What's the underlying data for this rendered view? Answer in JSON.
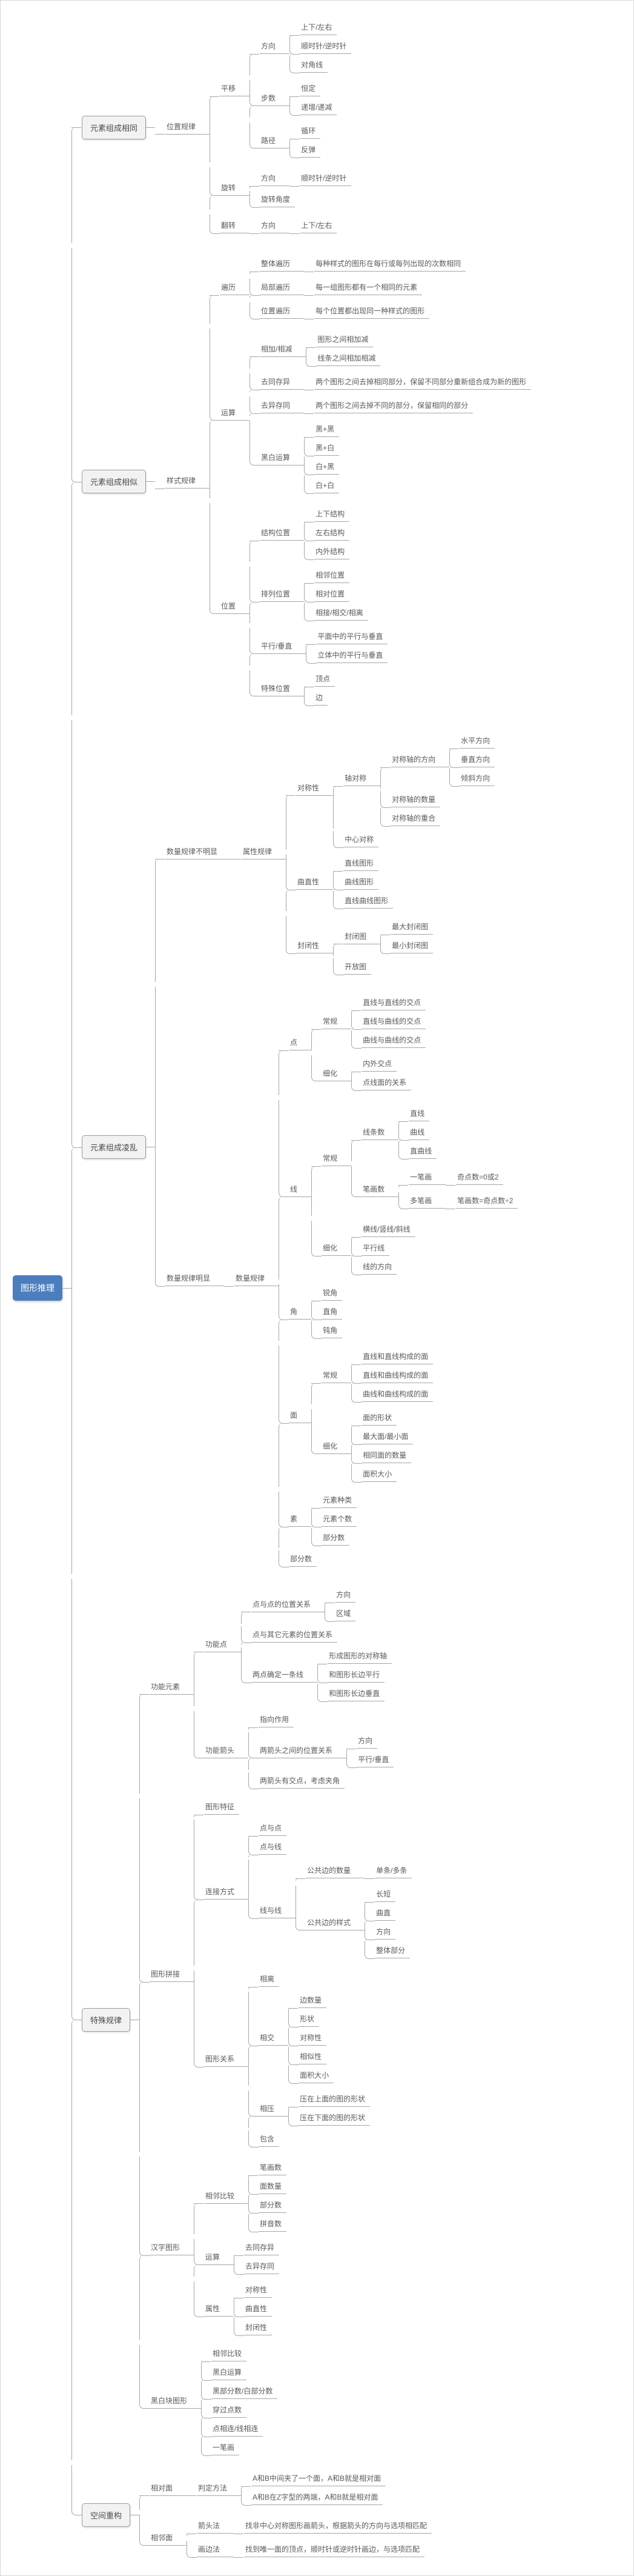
{
  "colors": {
    "accent": "#4c7dbd",
    "line": "#a6a6a6",
    "text": "#5a5a5a",
    "level1_box_bg": "#f2f2f2",
    "level1_box_border": "#9a9a9a",
    "root_text": "#ffffff",
    "canvas_border": "#d8d8d8"
  },
  "map": {
    "t": "图形推理",
    "c": [
      {
        "t": "元素组成相同",
        "c": [
          {
            "t": "位置规律",
            "c": [
              {
                "t": "平移",
                "c": [
                  {
                    "t": "方向",
                    "c": [
                      {
                        "t": "上下/左右"
                      },
                      {
                        "t": "顺时针/逆时针"
                      },
                      {
                        "t": "对角线"
                      }
                    ]
                  },
                  {
                    "t": "步数",
                    "c": [
                      {
                        "t": "恒定"
                      },
                      {
                        "t": "递增/递减"
                      }
                    ]
                  },
                  {
                    "t": "路径",
                    "c": [
                      {
                        "t": "循环"
                      },
                      {
                        "t": "反弹"
                      }
                    ]
                  }
                ]
              },
              {
                "t": "旋转",
                "c": [
                  {
                    "t": "方向",
                    "c": [
                      {
                        "t": "顺时针/逆时针"
                      }
                    ]
                  },
                  {
                    "t": "旋转角度"
                  }
                ]
              },
              {
                "t": "翻转",
                "c": [
                  {
                    "t": "方向",
                    "c": [
                      {
                        "t": "上下/左右"
                      }
                    ]
                  }
                ]
              }
            ]
          }
        ]
      },
      {
        "t": "元素组成相似",
        "c": [
          {
            "t": "样式规律",
            "c": [
              {
                "t": "遍历",
                "c": [
                  {
                    "t": "整体遍历",
                    "c": [
                      {
                        "t": "每种样式的图形在每行或每列出现的次数相同"
                      }
                    ]
                  },
                  {
                    "t": "局部遍历",
                    "c": [
                      {
                        "t": "每一组图形都有一个相同的元素"
                      }
                    ]
                  },
                  {
                    "t": "位置遍历",
                    "c": [
                      {
                        "t": "每个位置都出现同一种样式的图形"
                      }
                    ]
                  }
                ]
              },
              {
                "t": "运算",
                "c": [
                  {
                    "t": "相加/相减",
                    "c": [
                      {
                        "t": "图形之间相加减"
                      },
                      {
                        "t": "线条之间相加相减"
                      }
                    ]
                  },
                  {
                    "t": "去同存异",
                    "c": [
                      {
                        "t": "两个图形之间去掉相同部分，保留不同部分重新组合成为新的图形"
                      }
                    ]
                  },
                  {
                    "t": "去异存同",
                    "c": [
                      {
                        "t": "两个图形之间去掉不同的部分，保留相同的部分"
                      }
                    ]
                  },
                  {
                    "t": "黑白运算",
                    "c": [
                      {
                        "t": "黑+黑"
                      },
                      {
                        "t": "黑+白"
                      },
                      {
                        "t": "白+黑"
                      },
                      {
                        "t": "白+白"
                      }
                    ]
                  }
                ]
              },
              {
                "t": "位置",
                "c": [
                  {
                    "t": "结构位置",
                    "c": [
                      {
                        "t": "上下结构"
                      },
                      {
                        "t": "左右结构"
                      },
                      {
                        "t": "内外结构"
                      }
                    ]
                  },
                  {
                    "t": "排列位置",
                    "c": [
                      {
                        "t": "相邻位置"
                      },
                      {
                        "t": "相对位置"
                      },
                      {
                        "t": "相接/相交/相离"
                      }
                    ]
                  },
                  {
                    "t": "平行/垂直",
                    "c": [
                      {
                        "t": "平面中的平行与垂直"
                      },
                      {
                        "t": "立体中的平行与垂直"
                      }
                    ]
                  },
                  {
                    "t": "特殊位置",
                    "c": [
                      {
                        "t": "顶点"
                      },
                      {
                        "t": "边"
                      }
                    ]
                  }
                ]
              }
            ]
          }
        ]
      },
      {
        "t": "元素组成凌乱",
        "c": [
          {
            "t": "数量规律不明显",
            "c": [
              {
                "t": "属性规律",
                "c": [
                  {
                    "t": "对称性",
                    "c": [
                      {
                        "t": "轴对称",
                        "c": [
                          {
                            "t": "对称轴的方向",
                            "c": [
                              {
                                "t": "水平方向"
                              },
                              {
                                "t": "垂直方向"
                              },
                              {
                                "t": "倾斜方向"
                              }
                            ]
                          },
                          {
                            "t": "对称轴的数量"
                          },
                          {
                            "t": "对称轴的重合"
                          }
                        ]
                      },
                      {
                        "t": "中心对称"
                      }
                    ]
                  },
                  {
                    "t": "曲直性",
                    "c": [
                      {
                        "t": "直线图形"
                      },
                      {
                        "t": "曲线图形"
                      },
                      {
                        "t": "直线曲线图形"
                      }
                    ]
                  },
                  {
                    "t": "封闭性",
                    "c": [
                      {
                        "t": "封闭图",
                        "c": [
                          {
                            "t": "最大封闭图"
                          },
                          {
                            "t": "最小封闭图"
                          }
                        ]
                      },
                      {
                        "t": "开放图"
                      }
                    ]
                  }
                ]
              }
            ]
          },
          {
            "t": "数量规律明显",
            "c": [
              {
                "t": "数量规律",
                "c": [
                  {
                    "t": "点",
                    "c": [
                      {
                        "t": "常规",
                        "c": [
                          {
                            "t": "直线与直线的交点"
                          },
                          {
                            "t": "直线与曲线的交点"
                          },
                          {
                            "t": "曲线与曲线的交点"
                          }
                        ]
                      },
                      {
                        "t": "细化",
                        "c": [
                          {
                            "t": "内外交点"
                          },
                          {
                            "t": "点线面的关系"
                          }
                        ]
                      }
                    ]
                  },
                  {
                    "t": "线",
                    "c": [
                      {
                        "t": "常规",
                        "c": [
                          {
                            "t": "线条数",
                            "c": [
                              {
                                "t": "直线"
                              },
                              {
                                "t": "曲线"
                              },
                              {
                                "t": "直曲线"
                              }
                            ]
                          },
                          {
                            "t": "笔画数",
                            "c": [
                              {
                                "t": "一笔画",
                                "c": [
                                  {
                                    "t": "奇点数=0或2"
                                  }
                                ]
                              },
                              {
                                "t": "多笔画",
                                "c": [
                                  {
                                    "t": "笔画数=奇点数÷2"
                                  }
                                ]
                              }
                            ]
                          }
                        ]
                      },
                      {
                        "t": "细化",
                        "c": [
                          {
                            "t": "横线/竖线/斜线"
                          },
                          {
                            "t": "平行线"
                          },
                          {
                            "t": "线的方向"
                          }
                        ]
                      }
                    ]
                  },
                  {
                    "t": "角",
                    "c": [
                      {
                        "t": "锐角"
                      },
                      {
                        "t": "直角"
                      },
                      {
                        "t": "钝角"
                      }
                    ]
                  },
                  {
                    "t": "面",
                    "c": [
                      {
                        "t": "常规",
                        "c": [
                          {
                            "t": "直线和直线构成的面"
                          },
                          {
                            "t": "直线和曲线构成的面"
                          },
                          {
                            "t": "曲线和曲线构成的面"
                          }
                        ]
                      },
                      {
                        "t": "细化",
                        "c": [
                          {
                            "t": "面的形状"
                          },
                          {
                            "t": "最大面/最小面"
                          },
                          {
                            "t": "相同面的数量"
                          },
                          {
                            "t": "面积大小"
                          }
                        ]
                      }
                    ]
                  },
                  {
                    "t": "素",
                    "c": [
                      {
                        "t": "元素种类"
                      },
                      {
                        "t": "元素个数"
                      },
                      {
                        "t": "部分数"
                      }
                    ]
                  },
                  {
                    "t": "部分数"
                  }
                ]
              }
            ]
          }
        ]
      },
      {
        "t": "特殊规律",
        "c": [
          {
            "t": "功能元素",
            "c": [
              {
                "t": "功能点",
                "c": [
                  {
                    "t": "点与点的位置关系",
                    "c": [
                      {
                        "t": "方向"
                      },
                      {
                        "t": "区域"
                      }
                    ]
                  },
                  {
                    "t": "点与其它元素的位置关系"
                  },
                  {
                    "t": "两点确定一条线",
                    "c": [
                      {
                        "t": "形成图形的对称轴"
                      },
                      {
                        "t": "和图形长边平行"
                      },
                      {
                        "t": "和图形长边垂直"
                      }
                    ]
                  }
                ]
              },
              {
                "t": "功能箭头",
                "c": [
                  {
                    "t": "指向作用"
                  },
                  {
                    "t": "两箭头之间的位置关系",
                    "c": [
                      {
                        "t": "方向"
                      },
                      {
                        "t": "平行/垂直"
                      }
                    ]
                  },
                  {
                    "t": "两箭头有交点，考虑夹角"
                  }
                ]
              }
            ]
          },
          {
            "t": "图形拼接",
            "c": [
              {
                "t": "图形特征"
              },
              {
                "t": "连接方式",
                "c": [
                  {
                    "t": "点与点"
                  },
                  {
                    "t": "点与线"
                  },
                  {
                    "t": "线与线",
                    "c": [
                      {
                        "t": "公共边的数量",
                        "c": [
                          {
                            "t": "单条/多条"
                          }
                        ]
                      },
                      {
                        "t": "公共边的样式",
                        "c": [
                          {
                            "t": "长短"
                          },
                          {
                            "t": "曲直"
                          },
                          {
                            "t": "方向"
                          },
                          {
                            "t": "整体部分"
                          }
                        ]
                      }
                    ]
                  }
                ]
              },
              {
                "t": "图形关系",
                "c": [
                  {
                    "t": "相离"
                  },
                  {
                    "t": "相交",
                    "c": [
                      {
                        "t": "边数量"
                      },
                      {
                        "t": "形状"
                      },
                      {
                        "t": "对称性"
                      },
                      {
                        "t": "相似性"
                      },
                      {
                        "t": "面积大小"
                      }
                    ]
                  },
                  {
                    "t": "相压",
                    "c": [
                      {
                        "t": "压在上面的图的形状"
                      },
                      {
                        "t": "压在下面的图的形状"
                      }
                    ]
                  },
                  {
                    "t": "包含"
                  }
                ]
              }
            ]
          },
          {
            "t": "汉字图形",
            "c": [
              {
                "t": "相邻比较",
                "c": [
                  {
                    "t": "笔画数"
                  },
                  {
                    "t": "面数量"
                  },
                  {
                    "t": "部分数"
                  },
                  {
                    "t": "拼音数"
                  }
                ]
              },
              {
                "t": "运算",
                "c": [
                  {
                    "t": "去同存异"
                  },
                  {
                    "t": "去异存同"
                  }
                ]
              },
              {
                "t": "属性",
                "c": [
                  {
                    "t": "对称性"
                  },
                  {
                    "t": "曲直性"
                  },
                  {
                    "t": "封闭性"
                  }
                ]
              }
            ]
          },
          {
            "t": "黑白块图形",
            "c": [
              {
                "t": "相邻比较"
              },
              {
                "t": "黑白运算"
              },
              {
                "t": "黑部分数/白部分数"
              },
              {
                "t": "穿过点数"
              },
              {
                "t": "点相连/线相连"
              },
              {
                "t": "一笔画"
              }
            ]
          }
        ]
      },
      {
        "t": "空间重构",
        "c": [
          {
            "t": "相对面",
            "c": [
              {
                "t": "判定方法",
                "c": [
                  {
                    "t": "A和B中间夹了一个面，A和B就是相对面"
                  },
                  {
                    "t": "A和B在Z字型的两端，A和B就是相对面"
                  }
                ]
              }
            ]
          },
          {
            "t": "相邻面",
            "c": [
              {
                "t": "箭头法",
                "c": [
                  {
                    "t": "找非中心对称图形画箭头，根据箭头的方向与选项相匹配"
                  }
                ]
              },
              {
                "t": "画边法",
                "c": [
                  {
                    "t": "找到唯一面的顶点，顺时针或逆时针画边，与选项匹配"
                  }
                ]
              }
            ]
          }
        ]
      }
    ]
  }
}
